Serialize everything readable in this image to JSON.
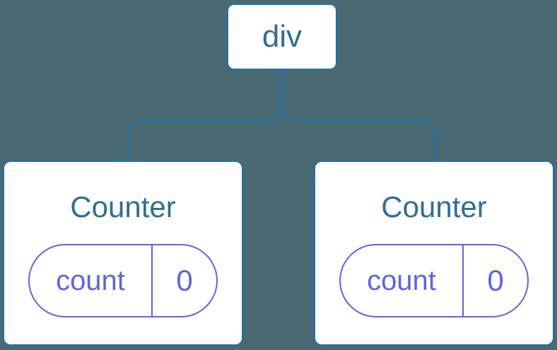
{
  "colors": {
    "background": "#4B6973",
    "node_border_blue": "#2E6F97",
    "connector_blue": "#2E6F97",
    "text_blue": "#316E90",
    "state_purple": "#6063E2",
    "node_fill": "#FFFFFF"
  },
  "tree": {
    "root": {
      "label": "div"
    },
    "children": [
      {
        "title": "Counter",
        "state": {
          "key": "count",
          "value": "0"
        }
      },
      {
        "title": "Counter",
        "state": {
          "key": "count",
          "value": "0"
        }
      }
    ]
  }
}
